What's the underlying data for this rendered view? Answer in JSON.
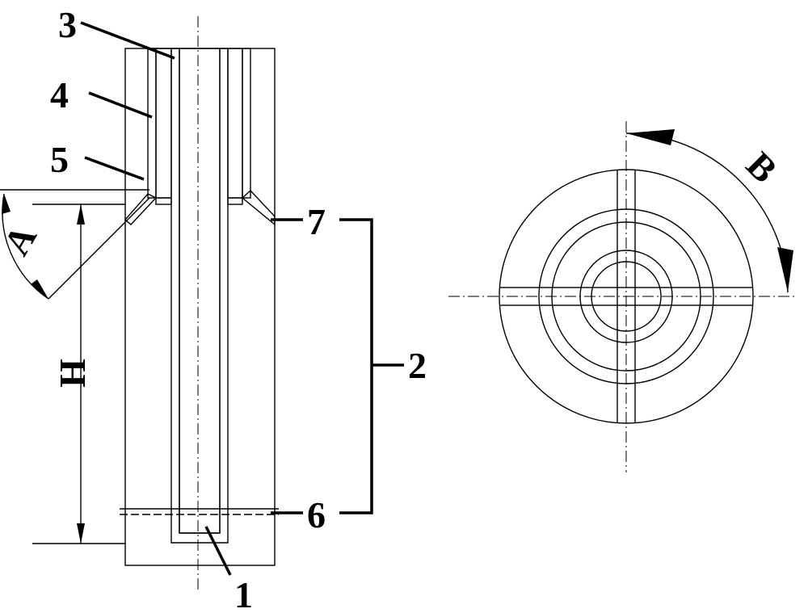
{
  "labels": {
    "l1": "1",
    "l2": "2",
    "l3": "3",
    "l4": "4",
    "l5": "5",
    "l6": "6",
    "l7": "7",
    "angle_a": "A",
    "height_h": "H",
    "angle_b": "B"
  },
  "colors": {
    "line": "#000000",
    "background": "#ffffff"
  }
}
